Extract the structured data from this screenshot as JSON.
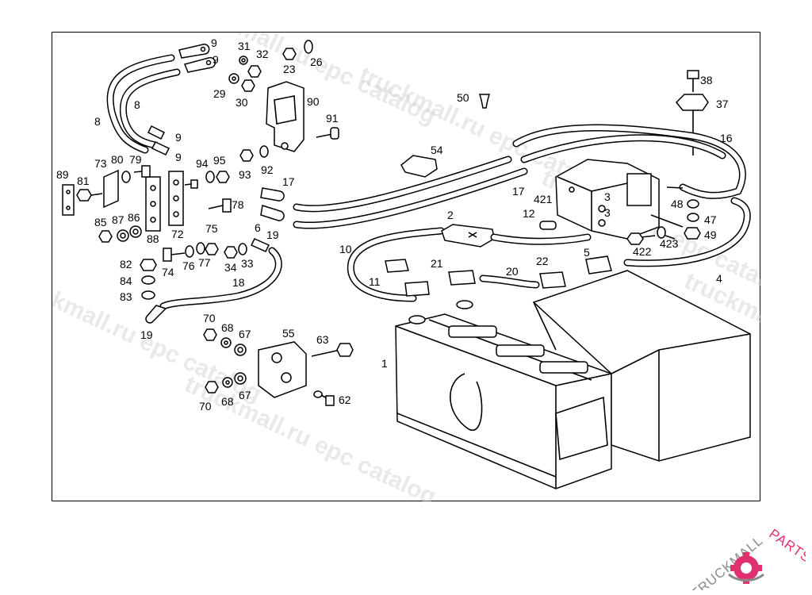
{
  "diagram": {
    "labels": [
      {
        "id": "l9a",
        "text": "9"
      },
      {
        "id": "l9b",
        "text": "9"
      },
      {
        "id": "l31",
        "text": "31"
      },
      {
        "id": "l32",
        "text": "32"
      },
      {
        "id": "l23",
        "text": "23"
      },
      {
        "id": "l26",
        "text": "26"
      },
      {
        "id": "l8a",
        "text": "8"
      },
      {
        "id": "l8b",
        "text": "8"
      },
      {
        "id": "l29",
        "text": "29"
      },
      {
        "id": "l30",
        "text": "30"
      },
      {
        "id": "l90",
        "text": "90"
      },
      {
        "id": "l91",
        "text": "91"
      },
      {
        "id": "l9c",
        "text": "9"
      },
      {
        "id": "l9d",
        "text": "9"
      },
      {
        "id": "l50",
        "text": "50"
      },
      {
        "id": "l38",
        "text": "38"
      },
      {
        "id": "l37",
        "text": "37"
      },
      {
        "id": "l16",
        "text": "16"
      },
      {
        "id": "l54",
        "text": "54"
      },
      {
        "id": "l73",
        "text": "73"
      },
      {
        "id": "l80",
        "text": "80"
      },
      {
        "id": "l79",
        "text": "79"
      },
      {
        "id": "l94",
        "text": "94"
      },
      {
        "id": "l95",
        "text": "95"
      },
      {
        "id": "l93",
        "text": "93"
      },
      {
        "id": "l92",
        "text": "92"
      },
      {
        "id": "l89",
        "text": "89"
      },
      {
        "id": "l81",
        "text": "81"
      },
      {
        "id": "l17a",
        "text": "17"
      },
      {
        "id": "l17b",
        "text": "17"
      },
      {
        "id": "l421",
        "text": "421"
      },
      {
        "id": "l48",
        "text": "48"
      },
      {
        "id": "l47",
        "text": "47"
      },
      {
        "id": "l49",
        "text": "49"
      },
      {
        "id": "l78",
        "text": "78"
      },
      {
        "id": "l85",
        "text": "85"
      },
      {
        "id": "l87",
        "text": "87"
      },
      {
        "id": "l86",
        "text": "86"
      },
      {
        "id": "l88",
        "text": "88"
      },
      {
        "id": "l72",
        "text": "72"
      },
      {
        "id": "l75",
        "text": "75"
      },
      {
        "id": "l6",
        "text": "6"
      },
      {
        "id": "l19a",
        "text": "19"
      },
      {
        "id": "l2",
        "text": "2"
      },
      {
        "id": "l12",
        "text": "12"
      },
      {
        "id": "l3a",
        "text": "3"
      },
      {
        "id": "l3b",
        "text": "3"
      },
      {
        "id": "l423",
        "text": "423"
      },
      {
        "id": "l422",
        "text": "422"
      },
      {
        "id": "l10",
        "text": "10"
      },
      {
        "id": "l5",
        "text": "5"
      },
      {
        "id": "l82",
        "text": "82"
      },
      {
        "id": "l74",
        "text": "74"
      },
      {
        "id": "l76",
        "text": "76"
      },
      {
        "id": "l77",
        "text": "77"
      },
      {
        "id": "l34",
        "text": "34"
      },
      {
        "id": "l33",
        "text": "33"
      },
      {
        "id": "l21",
        "text": "21"
      },
      {
        "id": "l22",
        "text": "22"
      },
      {
        "id": "l4",
        "text": "4"
      },
      {
        "id": "l84",
        "text": "84"
      },
      {
        "id": "l18",
        "text": "18"
      },
      {
        "id": "l11",
        "text": "11"
      },
      {
        "id": "l20",
        "text": "20"
      },
      {
        "id": "l83",
        "text": "83"
      },
      {
        "id": "l19b",
        "text": "19"
      },
      {
        "id": "l70a",
        "text": "70"
      },
      {
        "id": "l68a",
        "text": "68"
      },
      {
        "id": "l67a",
        "text": "67"
      },
      {
        "id": "l55",
        "text": "55"
      },
      {
        "id": "l63",
        "text": "63"
      },
      {
        "id": "l1",
        "text": "1"
      },
      {
        "id": "l70b",
        "text": "70"
      },
      {
        "id": "l68b",
        "text": "68"
      },
      {
        "id": "l67b",
        "text": "67"
      },
      {
        "id": "l62",
        "text": "62"
      }
    ]
  },
  "watermark": "truckmall.ru epc catalog",
  "logo": {
    "text_main": "TRUCKMALL",
    "text_accent": "PARTS"
  },
  "colors": {
    "line": "#000000",
    "watermark": "#cfcfcf",
    "logo_gray": "#8a8a8a",
    "logo_pink": "#e0306f"
  }
}
